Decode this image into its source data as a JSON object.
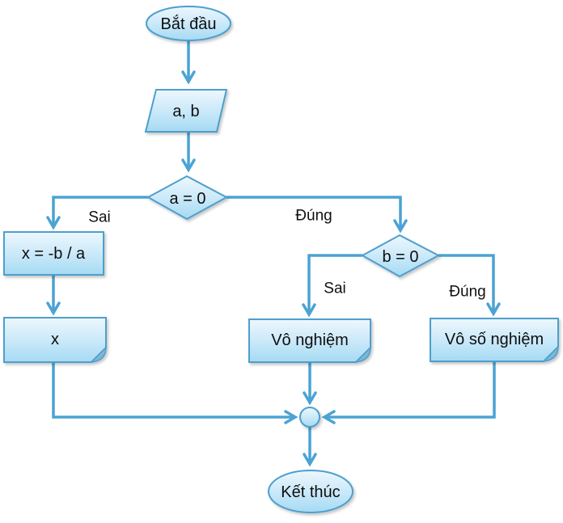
{
  "flowchart": {
    "description": "Flowchart for solving linear equation ax + b = 0",
    "nodes": {
      "start": {
        "label": "Bắt đầu",
        "shape": "terminator"
      },
      "input_ab": {
        "label": "a, b",
        "shape": "parallelogram"
      },
      "decision_a": {
        "label": "a = 0",
        "shape": "diamond"
      },
      "process_x": {
        "label": "x = -b / a",
        "shape": "rectangle"
      },
      "output_x": {
        "label": "x",
        "shape": "document"
      },
      "decision_b": {
        "label": "b = 0",
        "shape": "diamond"
      },
      "output_no_solution": {
        "label": "Vô nghiệm",
        "shape": "document"
      },
      "output_infinite_solutions": {
        "label": "Vô số nghiệm",
        "shape": "document"
      },
      "junction": {
        "label": "",
        "shape": "circle"
      },
      "end": {
        "label": "Kết thúc",
        "shape": "terminator"
      }
    },
    "edge_labels": {
      "a_false": "Sai",
      "a_true": "Đúng",
      "b_false": "Sai",
      "b_true": "Đúng"
    },
    "colors": {
      "line": "#4BA3D3",
      "shape_border": "#4E9FCD",
      "shape_fill_top": "#EDF7FD",
      "shape_fill_bottom": "#A5DAF3",
      "fold_flap": "#7EB6D6",
      "text": "#111111"
    }
  }
}
